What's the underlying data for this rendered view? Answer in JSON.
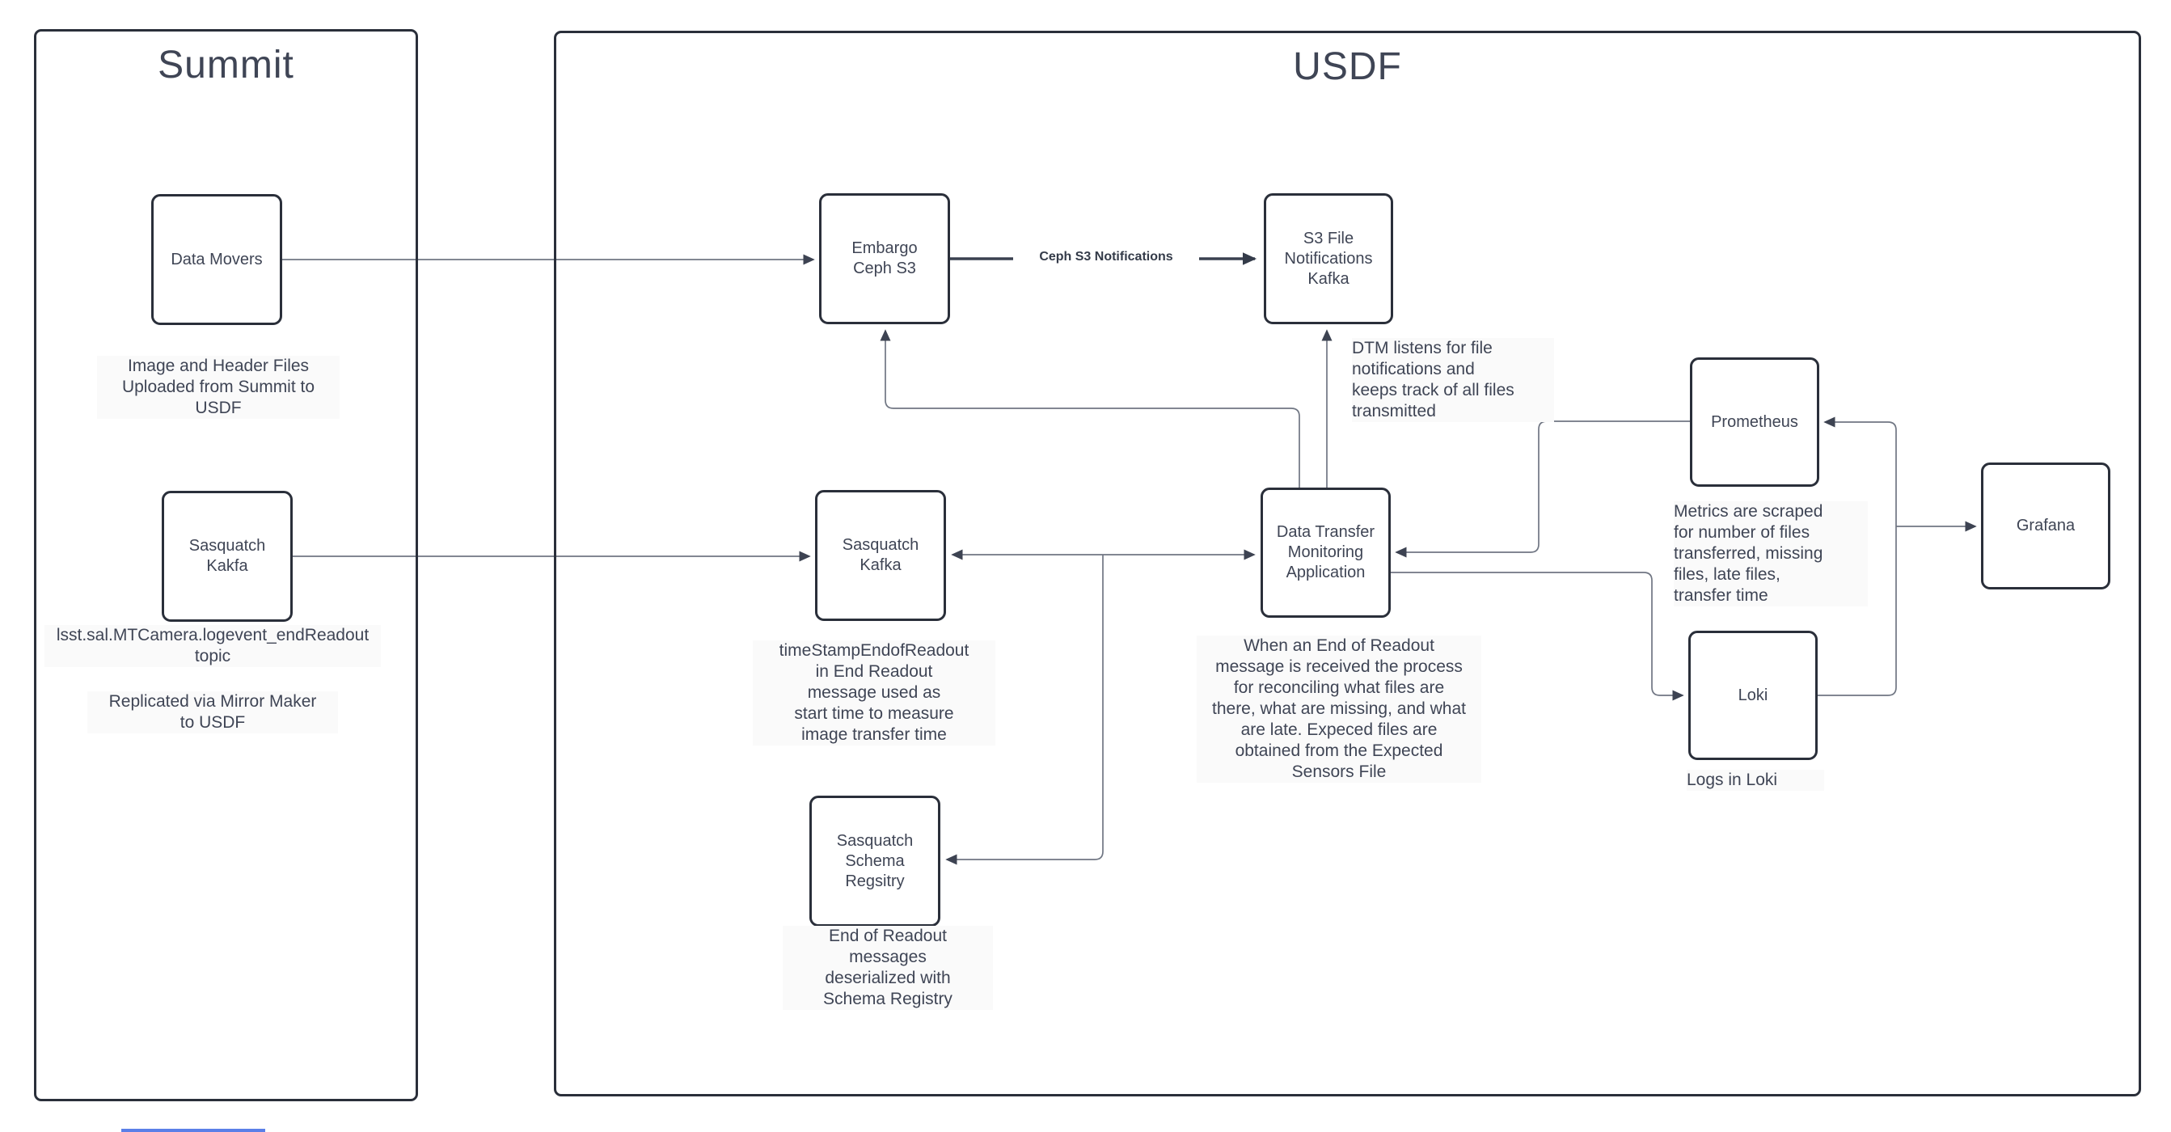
{
  "colors": {
    "box_border": "#2a2f3a",
    "text": "#3f4555",
    "connector": "#707683",
    "connector_dark": "#3a4150",
    "annotation_bg": "#fafafa",
    "bottom_bar": "#5b7fe8"
  },
  "containers": {
    "summit": {
      "title": "Summit"
    },
    "usdf": {
      "title": "USDF"
    }
  },
  "nodes": [
    {
      "id": "data-movers",
      "label": "Data Movers"
    },
    {
      "id": "sasquatch-kakfa-summit",
      "label": "Sasquatch Kakfa"
    },
    {
      "id": "embargo-ceph-s3",
      "label": "Embargo Ceph S3"
    },
    {
      "id": "s3-file-notifications-kafka",
      "label": "S3 File Notifications Kafka"
    },
    {
      "id": "sasquatch-kafka-usdf",
      "label": "Sasquatch Kafka"
    },
    {
      "id": "data-transfer-monitoring-application",
      "label": "Data Transfer Monitoring Application"
    },
    {
      "id": "sasquatch-schema-registry",
      "label": "Sasquatch Schema Regsitry"
    },
    {
      "id": "prometheus",
      "label": "Prometheus"
    },
    {
      "id": "loki",
      "label": "Loki"
    },
    {
      "id": "grafana",
      "label": "Grafana"
    }
  ],
  "edge_labels": {
    "ceph_s3": "Ceph S3 Notifications"
  },
  "annotations": [
    {
      "id": "image-header-upload",
      "text": "Image and Header Files\nUploaded from Summit to\nUSDF"
    },
    {
      "id": "lsst-topic",
      "text": "lsst.sal.MTCamera.logevent_endReadout\ntopic"
    },
    {
      "id": "replicated-mirror-maker",
      "text": "Replicated via Mirror Maker\nto USDF"
    },
    {
      "id": "dtm-listens",
      "text": "DTM listens for file\nnotifications and\nkeeps track of all files\ntransmitted"
    },
    {
      "id": "timestamp-end-readout",
      "text": "timeStampEndofReadout\nin End Readout\nmessage used as\nstart time to measure\nimage transfer time"
    },
    {
      "id": "when-end-of-readout",
      "text": "When an End of Readout\nmessage is received the process\nfor reconciling what files are\nthere, what are missing, and what\nare late. Expeced files are\nobtained from the Expected\nSensors File"
    },
    {
      "id": "end-readout-deserialized",
      "text": "End of Readout\nmessages\ndeserialized with\nSchema Registry"
    },
    {
      "id": "metrics-scraped",
      "text": "Metrics are scraped\nfor number of files\ntransferred, missing\nfiles, late files,\ntransfer time"
    },
    {
      "id": "logs-in-loki",
      "text": "Logs in Loki"
    }
  ]
}
